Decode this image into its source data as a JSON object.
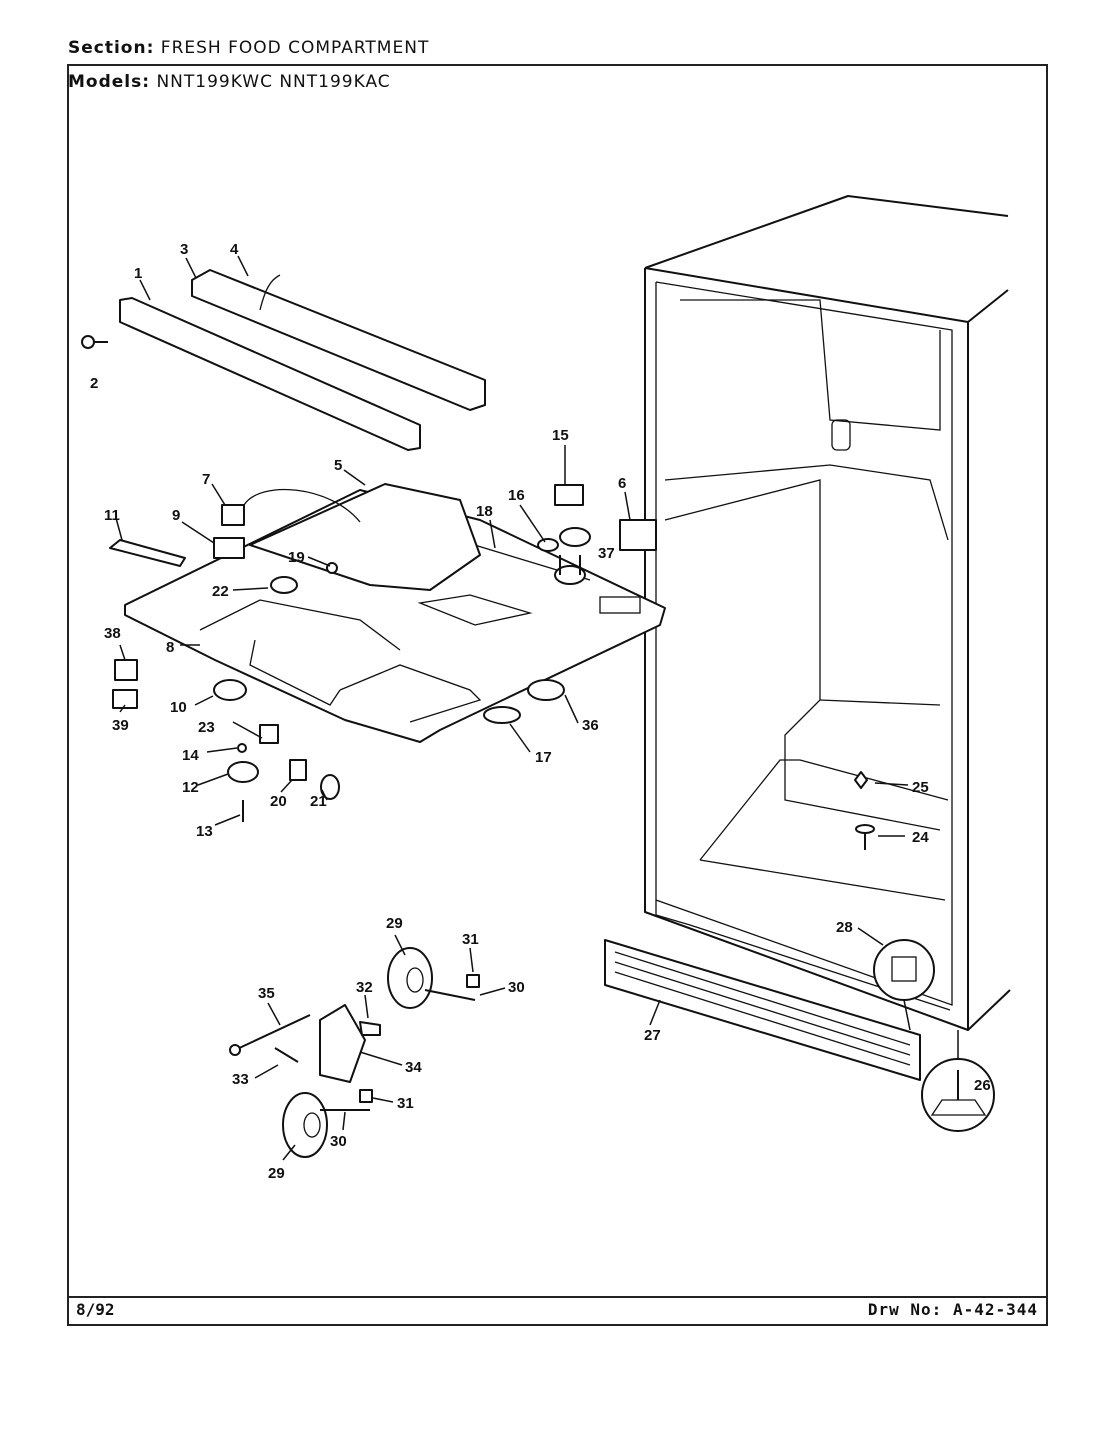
{
  "header": {
    "section_label": "Section:",
    "section_value": "FRESH FOOD COMPARTMENT",
    "models_label": "Models:",
    "models_values": "NNT199KWC   NNT199KAC"
  },
  "footer": {
    "date": "8/92",
    "drawing_number": "Drw No: A-42-344"
  },
  "callouts": [
    "1",
    "2",
    "3",
    "4",
    "5",
    "6",
    "7",
    "8",
    "9",
    "10",
    "11",
    "12",
    "13",
    "14",
    "15",
    "16",
    "17",
    "18",
    "19",
    "20",
    "21",
    "22",
    "23",
    "24",
    "25",
    "26",
    "27",
    "28",
    "29",
    "29",
    "30",
    "30",
    "31",
    "31",
    "32",
    "33",
    "34",
    "35",
    "36",
    "37",
    "38",
    "39"
  ]
}
